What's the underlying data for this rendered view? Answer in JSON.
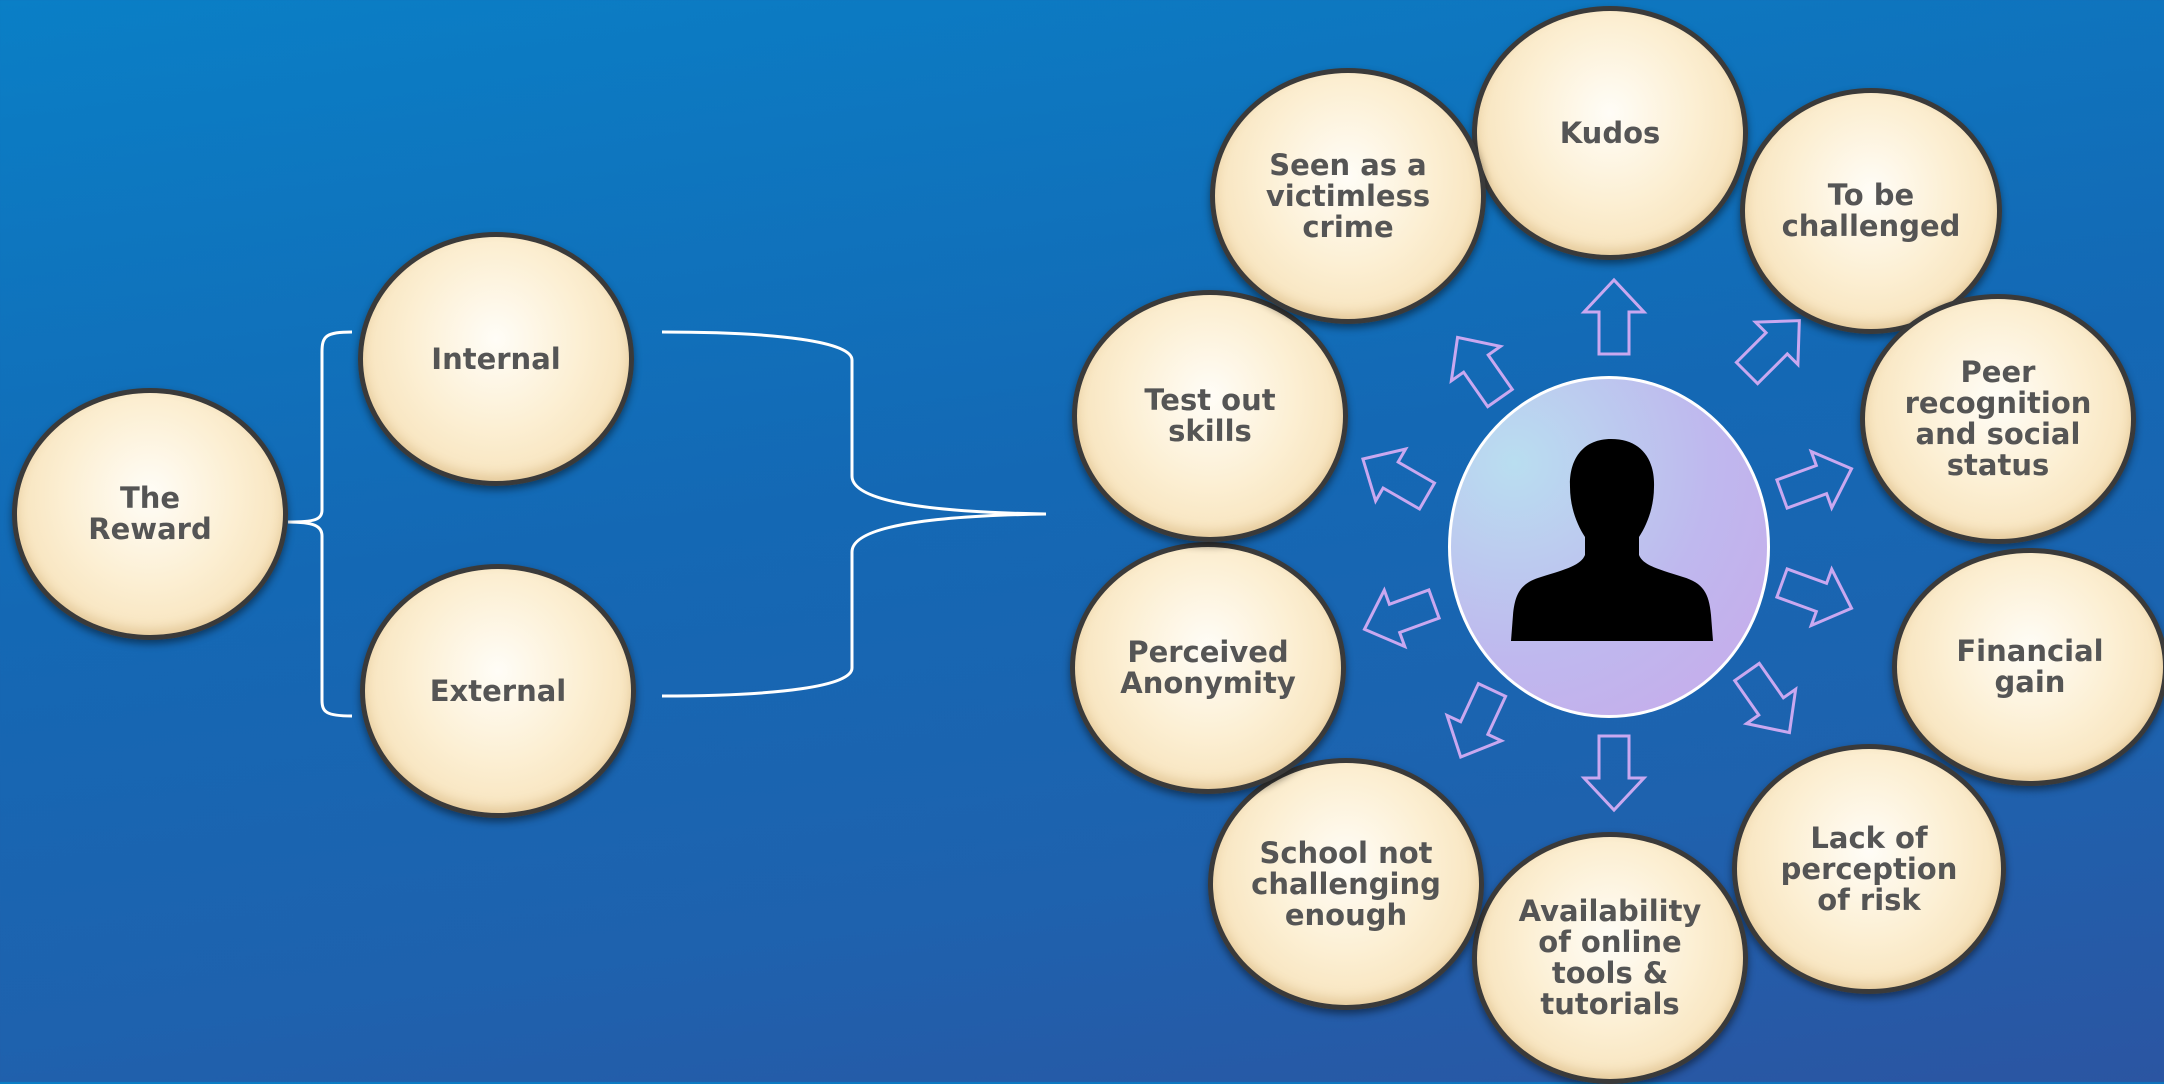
{
  "reward": {
    "label": "The\nReward"
  },
  "internal": {
    "label": "Internal"
  },
  "external": {
    "label": "External"
  },
  "outer": [
    {
      "id": "kudos",
      "label": "Kudos"
    },
    {
      "id": "to-be-challenged",
      "label": "To be\nchallenged"
    },
    {
      "id": "peer-recognition",
      "label": "Peer\nrecognition\nand social\nstatus"
    },
    {
      "id": "financial-gain",
      "label": "Financial\ngain"
    },
    {
      "id": "lack-of-perception",
      "label": "Lack of\nperception\nof risk"
    },
    {
      "id": "availability",
      "label": "Availability\nof online\ntools &\ntutorials"
    },
    {
      "id": "school-not-challenging",
      "label": "School not\nchallenging\nenough"
    },
    {
      "id": "perceived-anonymity",
      "label": "Perceived\nAnonymity"
    },
    {
      "id": "test-out-skills",
      "label": "Test out\nskills"
    },
    {
      "id": "victimless-crime",
      "label": "Seen as a\nvictimless\ncrime"
    }
  ],
  "center": {
    "icon": "person-silhouette-icon"
  },
  "colors": {
    "node_fill": "#fcefd3",
    "node_border": "#3a3a3a",
    "text": "#555555",
    "arrow": "#c9a8f0",
    "bracket": "#ffffff"
  }
}
